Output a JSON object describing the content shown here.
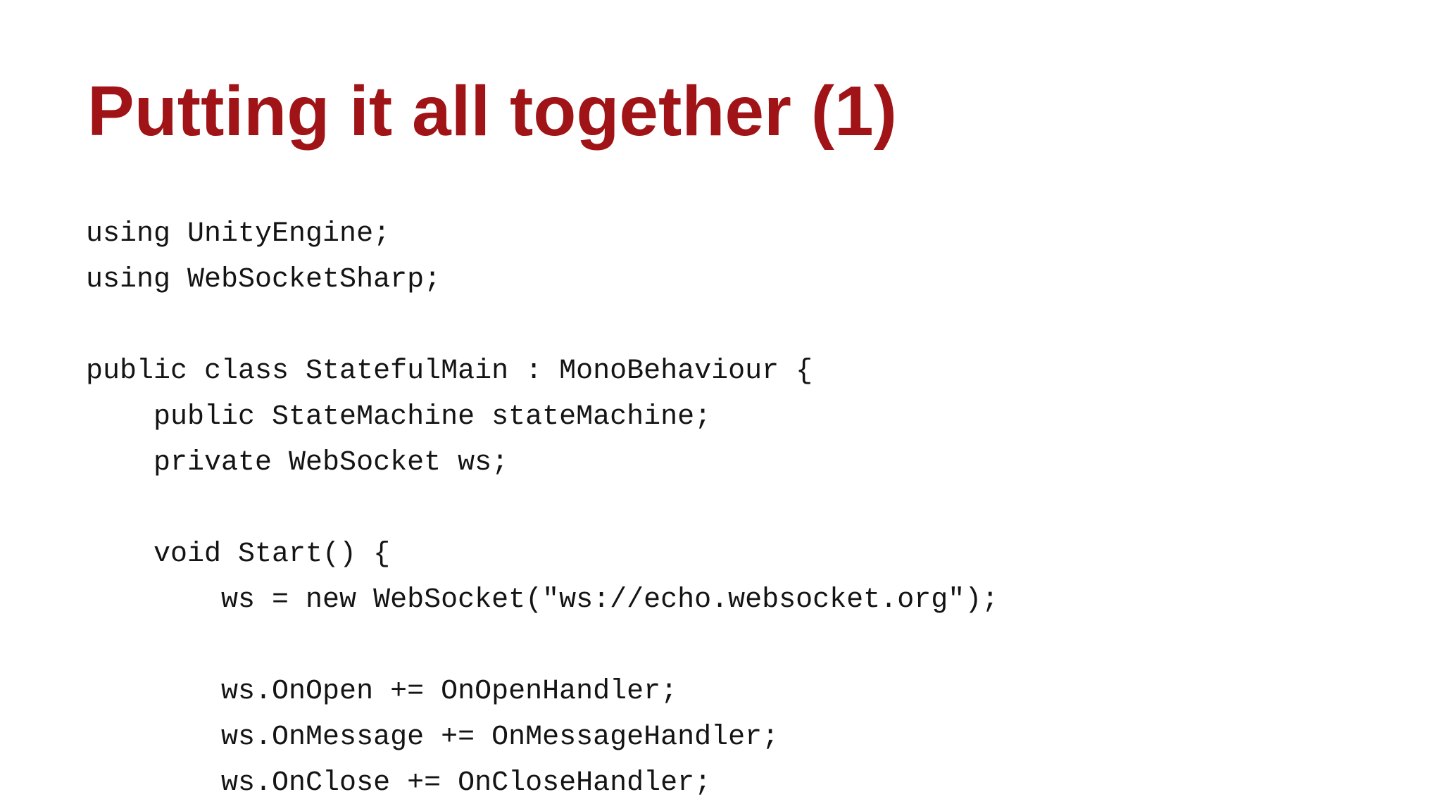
{
  "slide": {
    "title": "Putting it all together (1)",
    "code_lines": [
      "using UnityEngine;",
      "using WebSocketSharp;",
      "",
      "public class StatefulMain : MonoBehaviour {",
      "    public StateMachine stateMachine;",
      "    private WebSocket ws;",
      "",
      "    void Start() {",
      "        ws = new WebSocket(\"ws://echo.websocket.org\");",
      "",
      "        ws.OnOpen += OnOpenHandler;",
      "        ws.OnMessage += OnMessageHandler;",
      "        ws.OnClose += OnCloseHandler;"
    ]
  },
  "colors": {
    "background": "#FFFFFF",
    "title": "#A01316",
    "code": "#141414"
  }
}
